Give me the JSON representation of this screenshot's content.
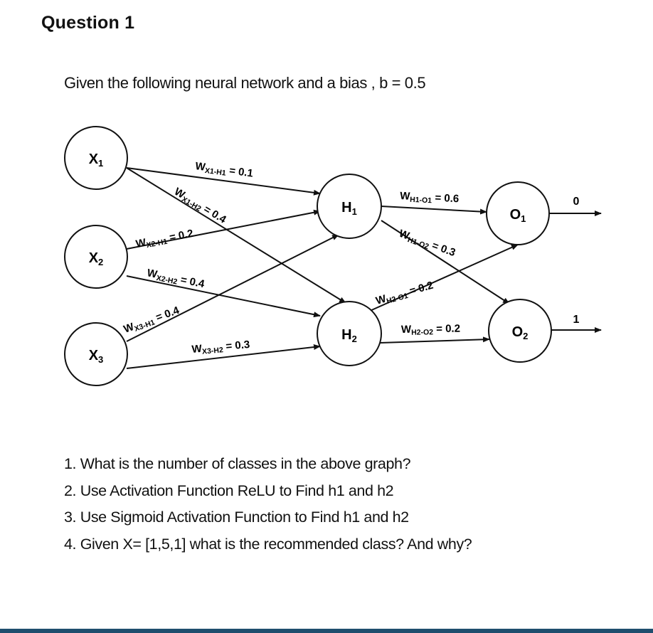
{
  "header": {
    "title": "Question 1"
  },
  "intro": {
    "text": "Given the following neural network and a bias , b = 0.5"
  },
  "nodes": {
    "x1": {
      "main": "X",
      "sub": "1"
    },
    "x2": {
      "main": "X",
      "sub": "2"
    },
    "x3": {
      "main": "X",
      "sub": "3"
    },
    "h1": {
      "main": "H",
      "sub": "1"
    },
    "h2": {
      "main": "H",
      "sub": "2"
    },
    "o1": {
      "main": "O",
      "sub": "1"
    },
    "o2": {
      "main": "O",
      "sub": "2"
    }
  },
  "weights": {
    "x1h1": {
      "w": "W",
      "sub": "X1-H1",
      "val": " = 0.1"
    },
    "x1h2": {
      "w": "W",
      "sub": "X1-H2",
      "val": " = 0.4"
    },
    "x2h1": {
      "w": "W",
      "sub": "X2-H1",
      "val": " = 0.2"
    },
    "x2h2": {
      "w": "W",
      "sub": "X2-H2",
      "val": " = 0.4"
    },
    "x3h1": {
      "w": "W",
      "sub": "X3-H1",
      "val": " = 0.4"
    },
    "x3h2": {
      "w": "W",
      "sub": "X3-H2",
      "val": " = 0.3"
    },
    "h1o1": {
      "w": "W",
      "sub": "H1-O1",
      "val": " = 0.6"
    },
    "h1o2": {
      "w": "W",
      "sub": "H1-O2",
      "val": " = 0.3"
    },
    "h2o1": {
      "w": "W",
      "sub": "H2-O1",
      "val": " = 0.2"
    },
    "h2o2": {
      "w": "W",
      "sub": "H2-O2",
      "val": " = 0.2"
    }
  },
  "outputs": {
    "o1": "0",
    "o2": "1"
  },
  "questions": [
    "1. What is the number of classes in the above graph?",
    "2. Use Activation Function ReLU to Find h1 and h2",
    "3. Use Sigmoid Activation Function to Find h1 and h2",
    "4. Given X= [1,5,1] what is the recommended class? And why?"
  ],
  "colors": {
    "ink": "#111111",
    "footer": "#1f4e6e"
  }
}
